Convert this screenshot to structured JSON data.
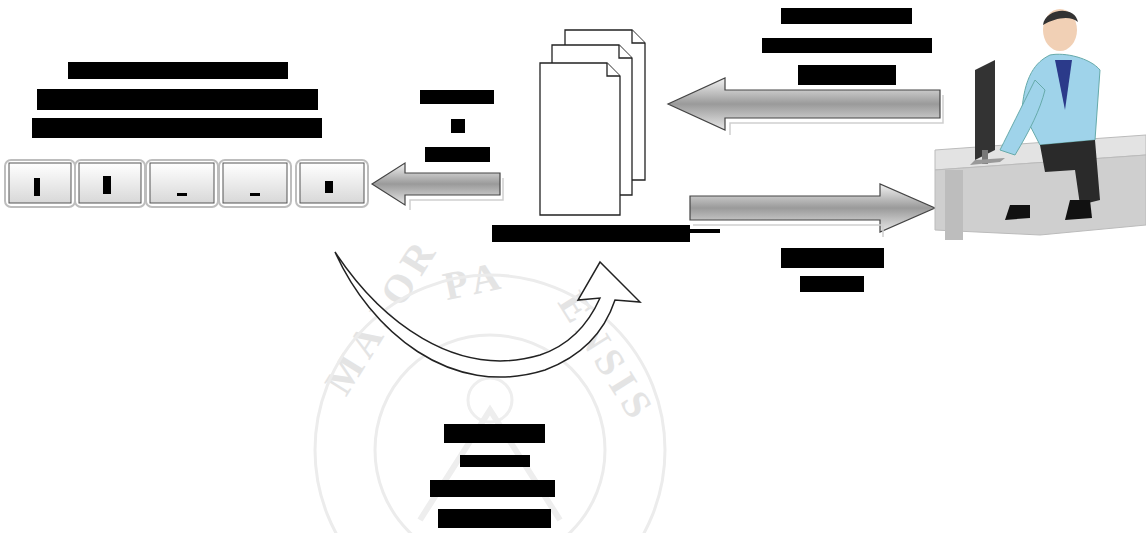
{
  "diagram": {
    "labels": [
      "MAJOR",
      "PA",
      "ENSIS"
    ]
  }
}
